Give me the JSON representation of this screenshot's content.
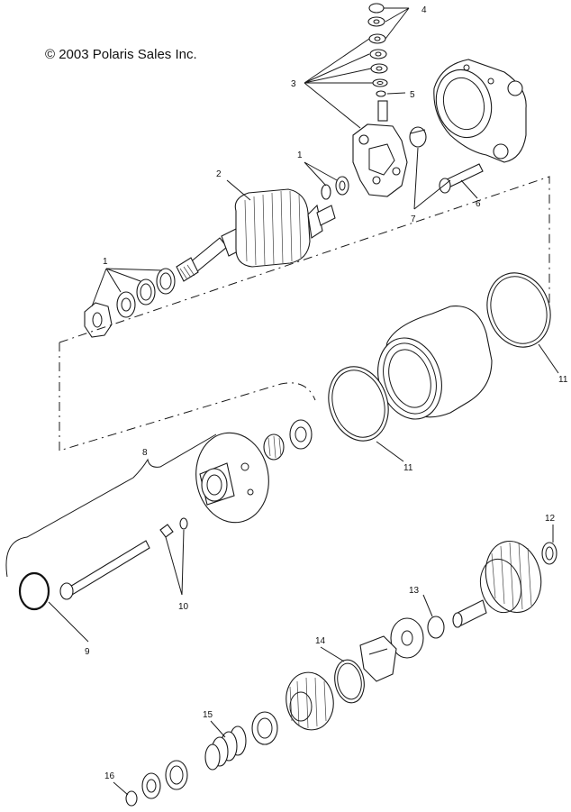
{
  "diagram": {
    "copyright": "© 2003 Polaris Sales Inc.",
    "callouts": {
      "c1a": "1",
      "c1b": "1",
      "c2": "2",
      "c3": "3",
      "c4": "4",
      "c5": "5",
      "c6": "6",
      "c7": "7",
      "c8": "8",
      "c9": "9",
      "c10": "10",
      "c11a": "11",
      "c11b": "11",
      "c12": "12",
      "c13": "13",
      "c14": "14",
      "c15": "15",
      "c16": "16"
    }
  }
}
